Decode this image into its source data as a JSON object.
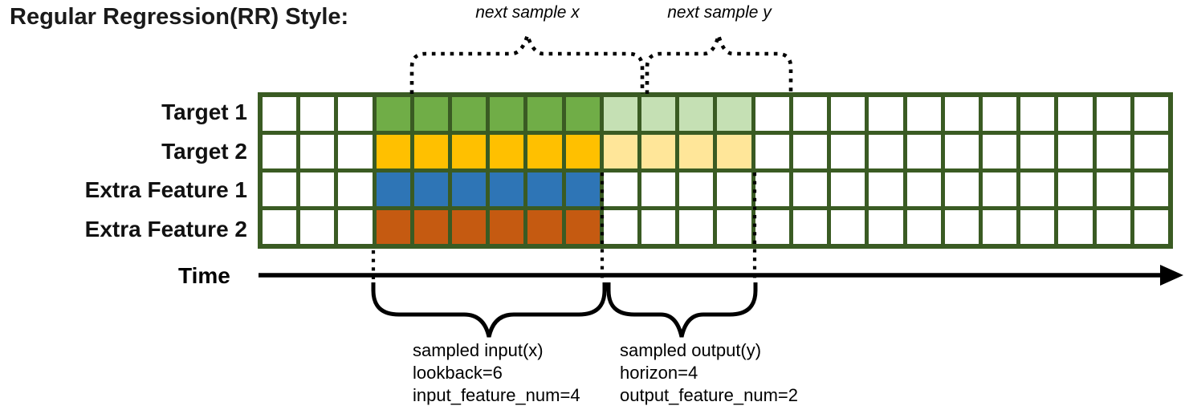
{
  "title": "Regular Regression(RR) Style:",
  "colors": {
    "grid_border": "#3a5b23",
    "input_green": "#70ad47",
    "output_green": "#c5e0b4",
    "input_yellow": "#ffc000",
    "output_yellow": "#ffe699",
    "input_blue": "#2e75b6",
    "input_orange": "#c55a11",
    "line_black": "#000000"
  },
  "grid": {
    "columns": 24,
    "white_lead_columns": 3,
    "rows": [
      {
        "label": "Target 1",
        "input_color": "#70ad47",
        "output_color": "#c5e0b4",
        "input_start": 3,
        "input_len": 6,
        "output_len": 4
      },
      {
        "label": "Target 2",
        "input_color": "#ffc000",
        "output_color": "#ffe699",
        "input_start": 3,
        "input_len": 6,
        "output_len": 4
      },
      {
        "label": "Extra Feature 1",
        "input_color": "#2e75b6",
        "output_color": null,
        "input_start": 3,
        "input_len": 6,
        "output_len": 0
      },
      {
        "label": "Extra Feature 2",
        "input_color": "#c55a11",
        "output_color": null,
        "input_start": 3,
        "input_len": 6,
        "output_len": 0
      }
    ]
  },
  "time_axis": {
    "label": "Time"
  },
  "top_annotations": {
    "next_x": "next sample x",
    "next_y": "next sample y"
  },
  "bottom_annotations": {
    "input": {
      "lines": [
        "sampled input(x)",
        "lookback=6",
        "input_feature_num=4"
      ]
    },
    "output": {
      "lines": [
        "sampled output(y)",
        "horizon=4",
        "output_feature_num=2"
      ]
    }
  }
}
